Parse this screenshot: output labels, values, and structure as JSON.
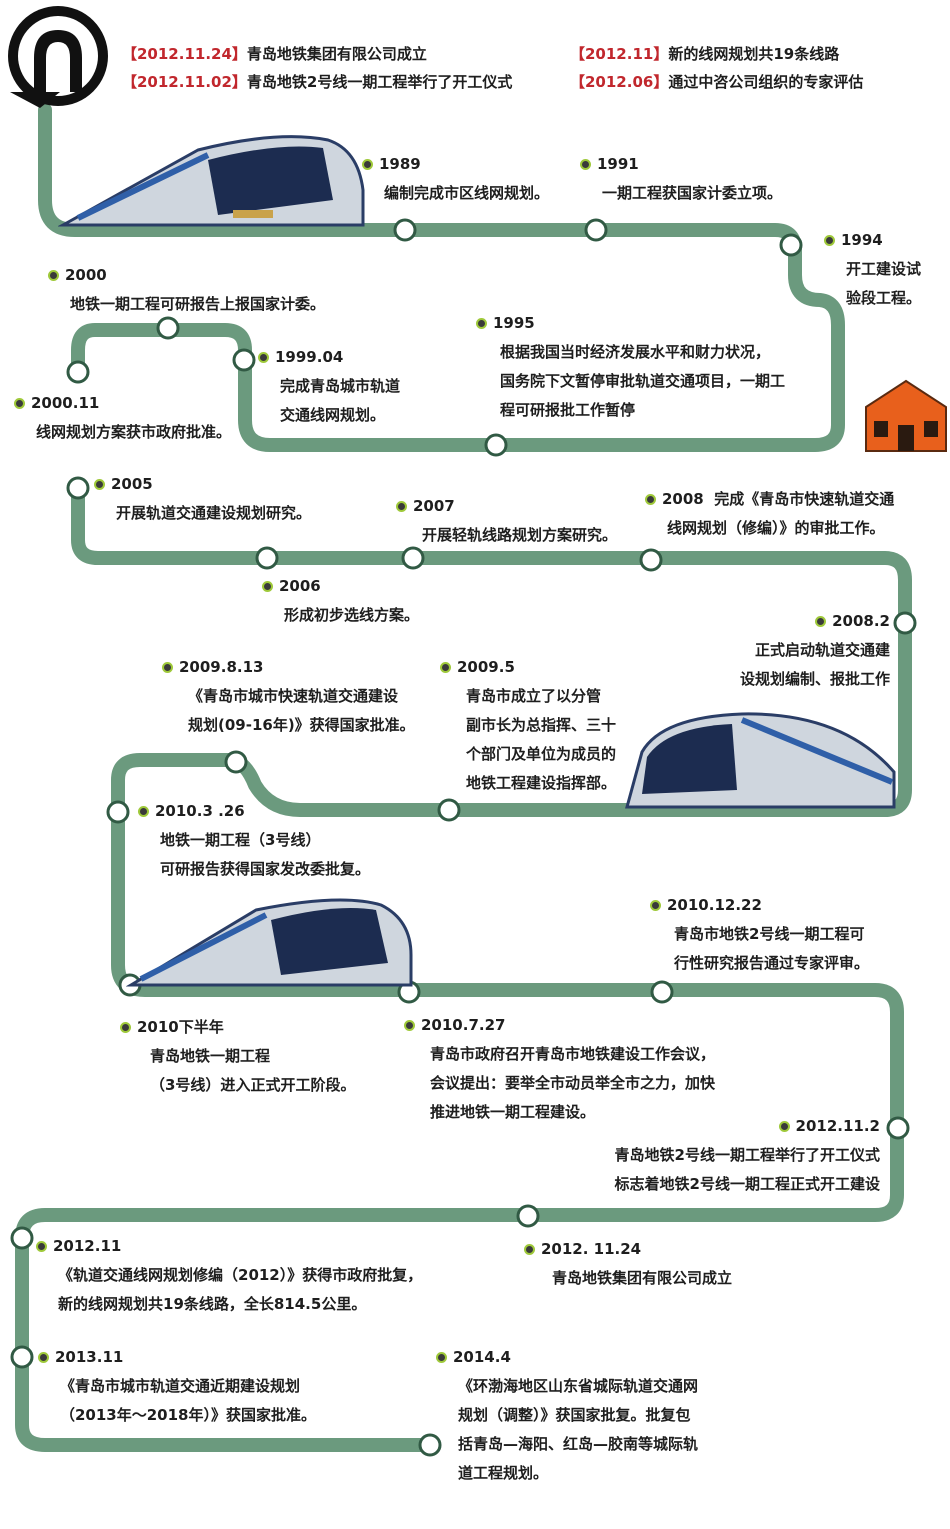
{
  "header": {
    "left": [
      {
        "date": "【2012.11.24】",
        "text": "青岛地铁集团有限公司成立"
      },
      {
        "date": "【2012.11.02】",
        "text": "青岛地铁2号线一期工程举行了开工仪式"
      }
    ],
    "right": [
      {
        "date": "【2012.11】",
        "text": "新的线网规划共19条线路"
      },
      {
        "date": "【2012.06】",
        "text": "通过中咨公司组织的专家评估"
      }
    ]
  },
  "colors": {
    "track": "#6b9a7e",
    "node_fill": "#ffffff",
    "bullet": "#3a3a3a",
    "bullet_ring": "#9fc93a",
    "accent_red": "#c1272d",
    "house": "#e8601c",
    "logo": "#111111"
  },
  "events": {
    "e1989": {
      "year": "1989",
      "text": "编制完成市区线网规划。"
    },
    "e1991": {
      "year": "1991",
      "text": "一期工程获国家计委立项。"
    },
    "e1994": {
      "year": "1994",
      "lines": [
        "开工建设试",
        "验段工程。"
      ]
    },
    "e2000": {
      "year": "2000",
      "text": "地铁一期工程可研报告上报国家计委。"
    },
    "e1995": {
      "year": "1995",
      "lines": [
        "根据我国当时经济发展水平和财力状况，",
        "国务院下文暂停审批轨道交通项目，一期工",
        "程可研报批工作暂停"
      ]
    },
    "e199904": {
      "year": "1999.04",
      "lines": [
        "完成青岛城市轨道",
        "交通线网规划。"
      ]
    },
    "e200011": {
      "year": "2000.11",
      "text": "线网规划方案获市政府批准。"
    },
    "e2005": {
      "year": "2005",
      "text": "开展轨道交通建设规划研究。"
    },
    "e2007": {
      "year": "2007",
      "text": "开展轻轨线路规划方案研究。"
    },
    "e2008": {
      "year": "2008",
      "line1": "完成《青岛市快速轨道交通",
      "line2": "线网规划（修编）》的审批工作。"
    },
    "e2006": {
      "year": "2006",
      "text": "形成初步选线方案。"
    },
    "e20082": {
      "year": "2008.2",
      "lines": [
        "正式启动轨道交通建",
        "设规划编制、报批工作"
      ]
    },
    "e2009813": {
      "year": "2009.8.13",
      "lines": [
        "《青岛市城市快速轨道交通建设",
        "规划(09-16年)》获得国家批准。"
      ]
    },
    "e20095": {
      "year": "2009.5",
      "lines": [
        "青岛市成立了以分管",
        "副市长为总指挥、三十",
        "个部门及单位为成员的",
        "地铁工程建设指挥部。"
      ]
    },
    "e201032": {
      "year": "2010.3 .26",
      "lines": [
        "地铁一期工程（3号线）",
        "可研报告获得国家发改委批复。"
      ]
    },
    "e20101222": {
      "year": "2010.12.22",
      "lines": [
        "青岛市地铁2号线一期工程可",
        "行性研究报告通过专家评审。"
      ]
    },
    "e2010h2": {
      "year": "2010下半年",
      "lines": [
        "青岛地铁一期工程",
        "（3号线）进入正式开工阶段。"
      ]
    },
    "e201072": {
      "year": "2010.7.27",
      "lines": [
        "青岛市政府召开青岛市地铁建设工作会议，",
        "会议提出：要举全市动员举全市之力，加快",
        "推进地铁一期工程建设。"
      ]
    },
    "e201211b": {
      "year": "2012.11.2",
      "lines": [
        "青岛地铁2号线一期工程举行了开工仪式",
        "标志着地铁2号线一期工程正式开工建设"
      ]
    },
    "e201211": {
      "year": "2012.11",
      "lines": [
        "《轨道交通线网规划修编（2012）》获得市政府批复，",
        "新的线网规划共19条线路，全长814.5公里。"
      ]
    },
    "e20121124": {
      "year": "2012. 11.24",
      "text": "青岛地铁集团有限公司成立"
    },
    "e201311": {
      "year": "2013.11",
      "lines": [
        "《青岛市城市轨道交通近期建设规划",
        "（2013年～2018年）》获国家批准。"
      ]
    },
    "e20144": {
      "year": "2014.4",
      "lines": [
        "《环渤海地区山东省城际轨道交通网",
        "规划（调整）》获国家批复。批复包",
        "括青岛—海阳、红岛—胶南等城际轨",
        "道工程规划。"
      ]
    }
  }
}
